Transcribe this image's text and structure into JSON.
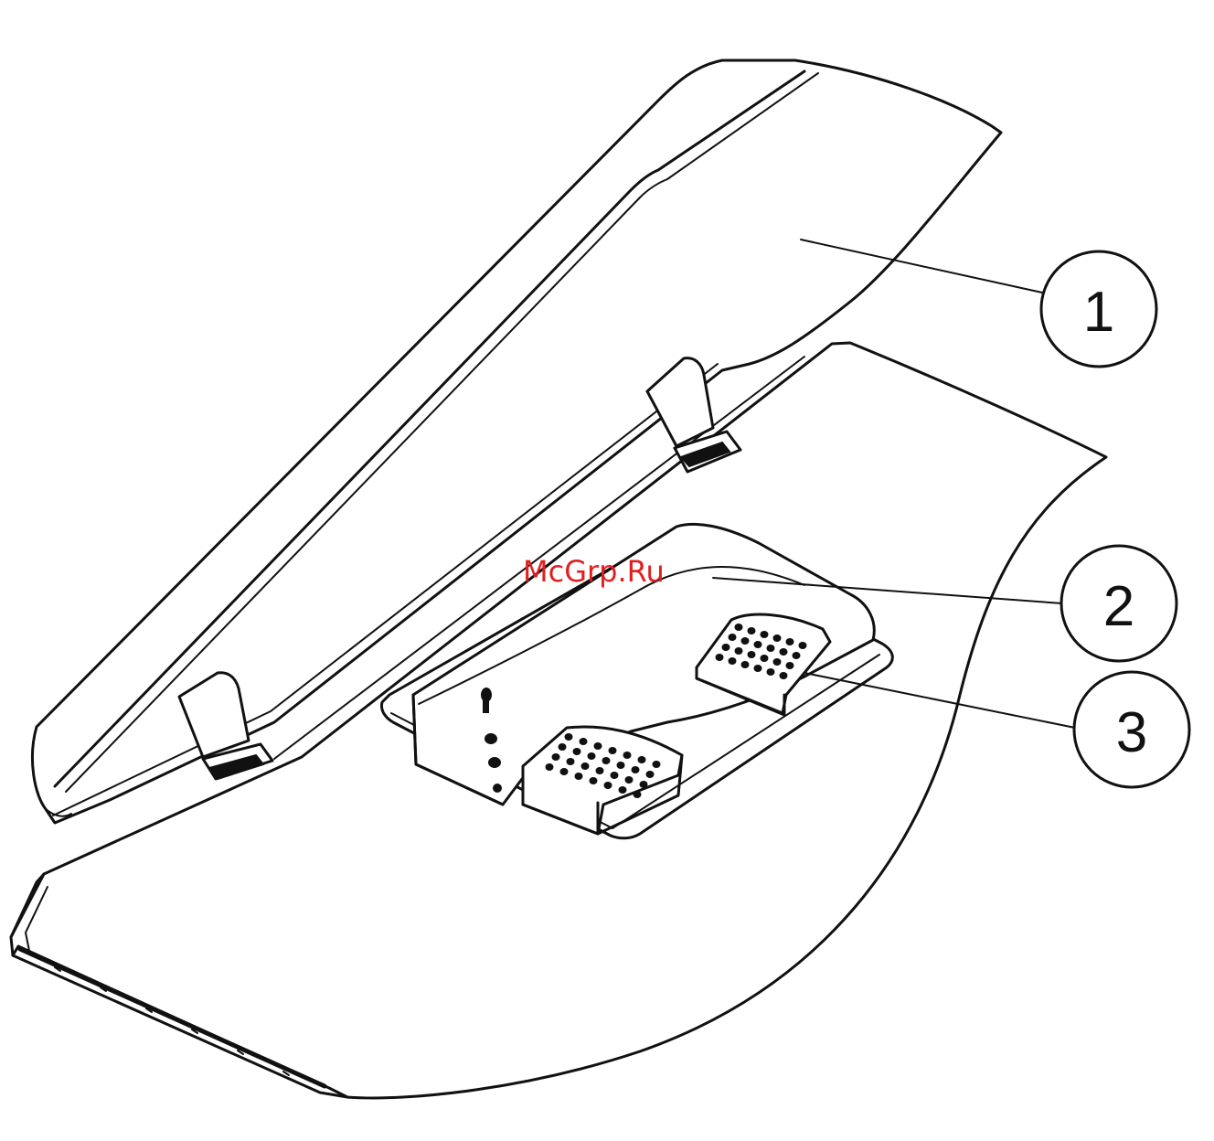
{
  "watermark": {
    "text": "McGrp.Ru",
    "color": "#e02020"
  },
  "callouts": [
    {
      "label": "1"
    },
    {
      "label": "2"
    },
    {
      "label": "3"
    }
  ]
}
